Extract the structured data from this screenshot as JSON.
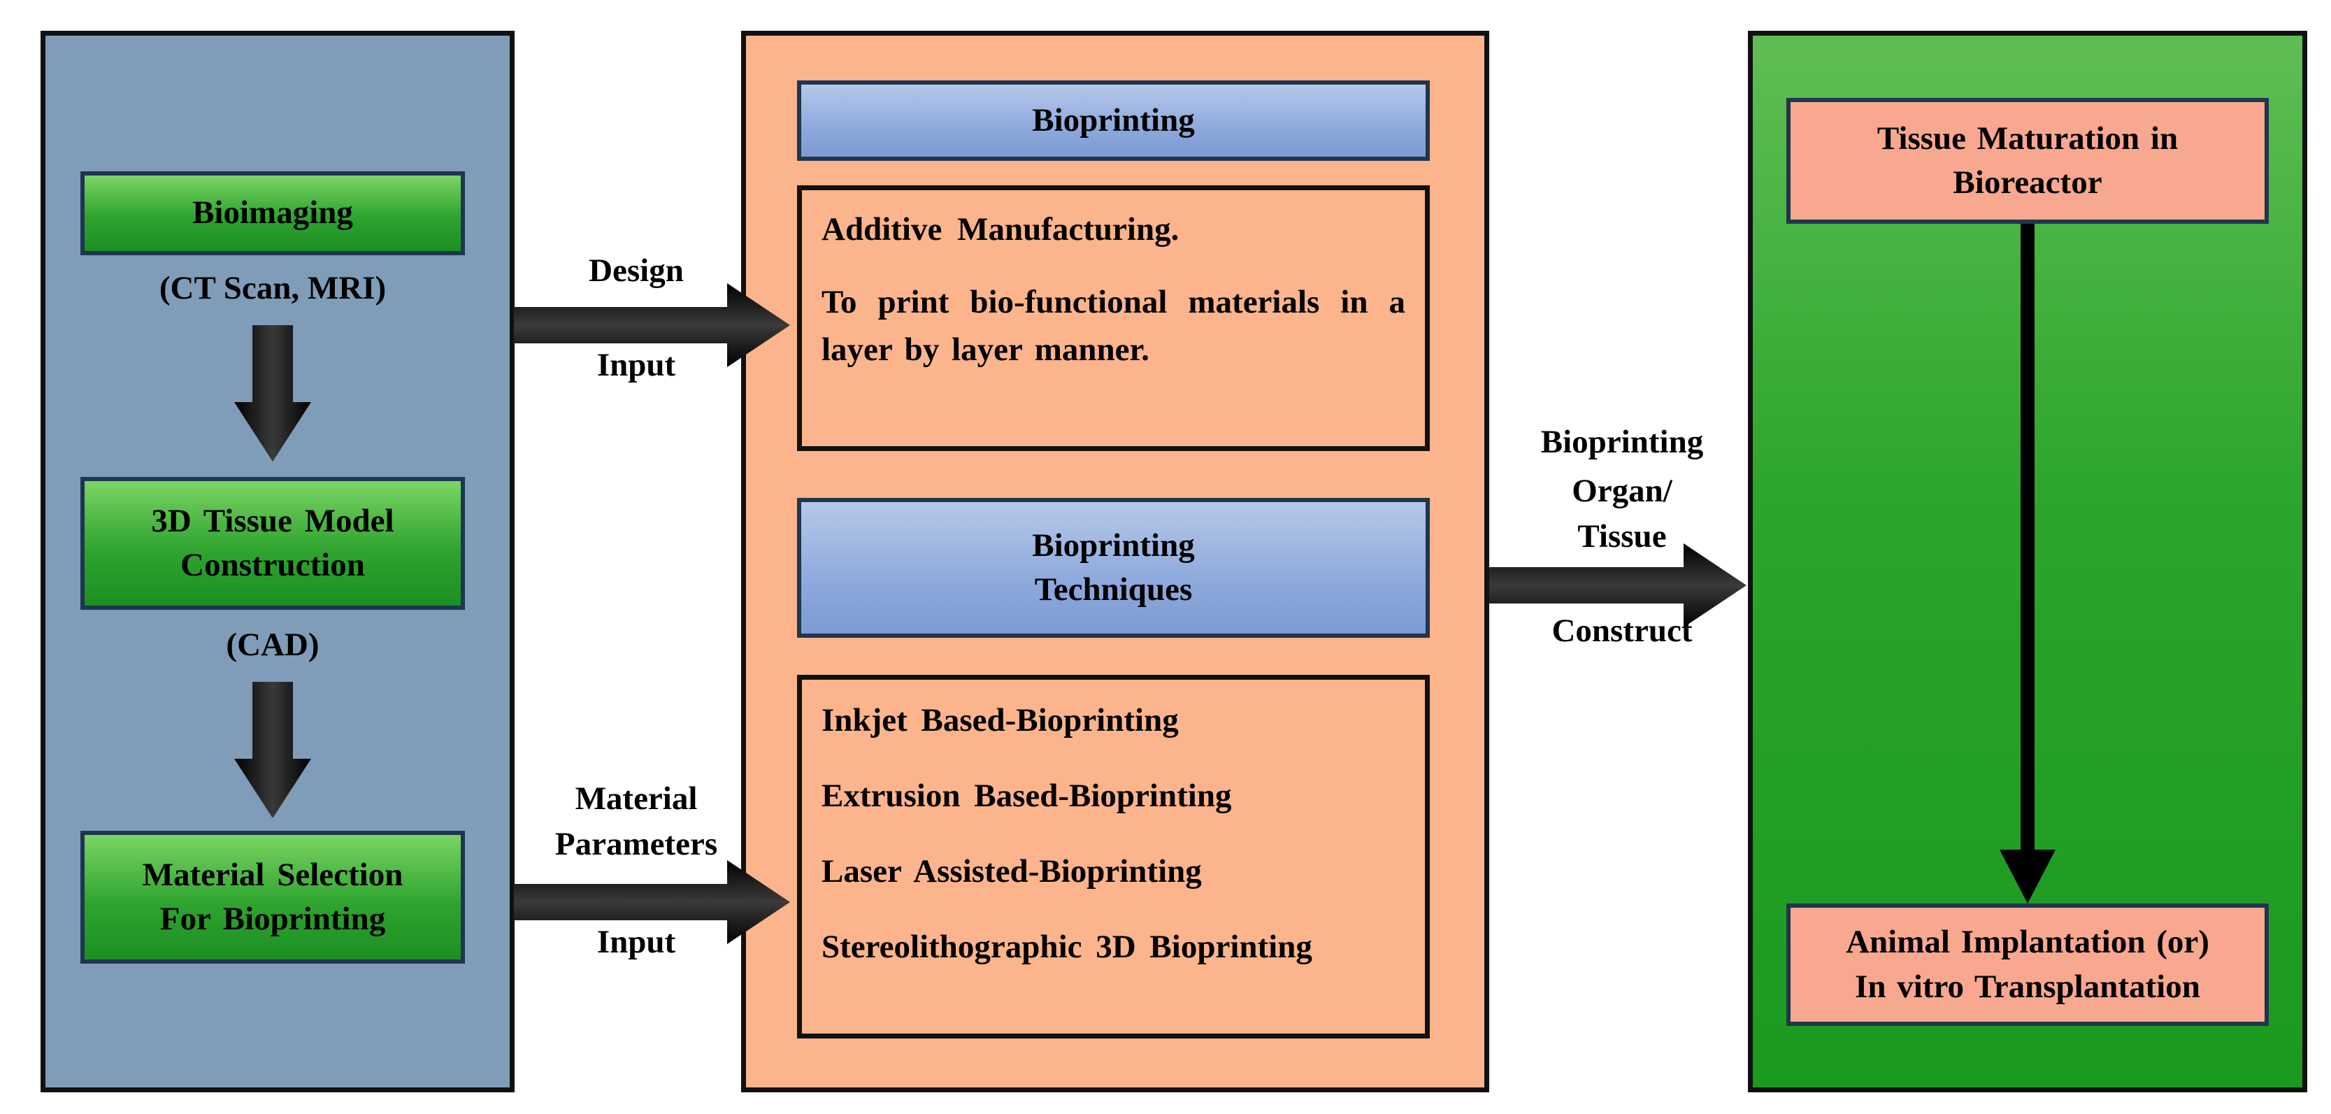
{
  "left": {
    "bioimaging": "Bioimaging",
    "bioimaging_sub": "(CT Scan, MRI)",
    "model_line1": "3D Tissue Model",
    "model_line2": "Construction",
    "model_sub": "(CAD)",
    "material_line1": "Material Selection",
    "material_line2": "For Bioprinting"
  },
  "connectors": {
    "design_top": "Design",
    "design_bottom": "Input",
    "material_top1": "Material",
    "material_top2": "Parameters",
    "material_bottom": "Input",
    "construct_top1": "Bioprinting",
    "construct_top2": "Organ/",
    "construct_top3": "Tissue",
    "construct_bottom": "Construct"
  },
  "middle": {
    "bioprinting_header": "Bioprinting",
    "additive_title": "Additive Manufacturing.",
    "additive_desc": "To print bio-functional materials in a layer by layer manner.",
    "techniques_line1": "Bioprinting",
    "techniques_line2": "Techniques",
    "techniques": [
      "Inkjet Based-Bioprinting",
      "Extrusion Based-Bioprinting",
      "Laser Assisted-Bioprinting",
      "Stereolithographic 3D Bioprinting"
    ]
  },
  "right": {
    "maturation_line1": "Tissue Maturation in",
    "maturation_line2": "Bioreactor",
    "implant_line1": "Animal Implantation (or)",
    "implant_line2": "In vitro Transplantation"
  }
}
